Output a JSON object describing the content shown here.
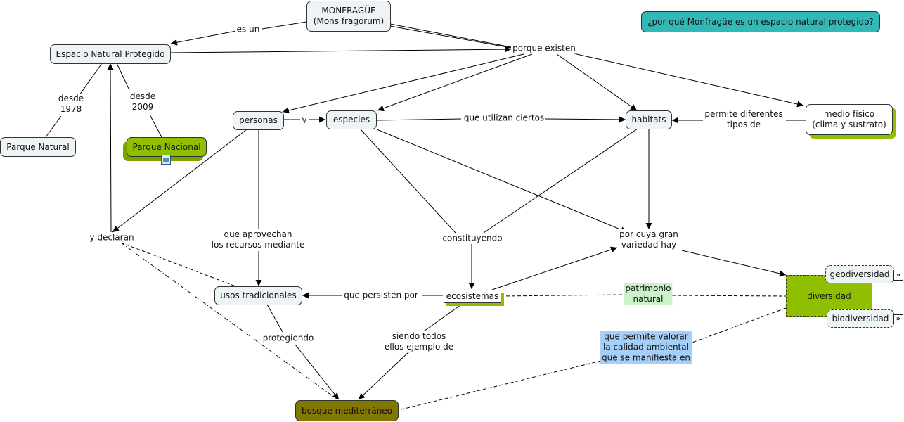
{
  "question": "¿por qué Monfragüe es un espacio natural protegido?",
  "colors": {
    "green": "#8fbf00",
    "olive": "#807800",
    "teal": "#33b8b8",
    "node": "#eef3f5",
    "highlight_green": "#ccf2cc",
    "highlight_blue": "#a6cff7"
  },
  "concepts": {
    "monfrague": "MONFRAGÜE\n(Mons fragorum)",
    "enp": "Espacio Natural Protegido",
    "parque_natural": "Parque Natural",
    "parque_nacional": "Parque Nacional",
    "personas": "personas",
    "especies": "especies",
    "habitats": "habitats",
    "medio_fisico": "medio físico\n(clima y sustrato)",
    "usos": "usos tradicionales",
    "ecosistemas": "ecosistemas",
    "diversidad": "diversidad",
    "geodiversidad": "geodiversidad",
    "biodiversidad": "biodiversidad",
    "bosque": "bosque mediterráneo"
  },
  "links": {
    "es_un": "es un",
    "porque_existen": "porque existen",
    "desde_1978": "desde\n1978",
    "desde_2009": "desde\n2009",
    "y": "y",
    "que_utilizan": "que utilizan ciertos",
    "permite_diferentes": "permite diferentes\ntipos de",
    "y_declaran": "y declaran",
    "que_aprovechan": "que aprovechan\nlos recursos mediante",
    "constituyendo": "constituyendo",
    "por_cuya": "por cuya gran\nvariedad hay",
    "que_persisten": "que persisten por",
    "patrimonio": "patrimonio\nnatural",
    "protegiendo": "protegiendo",
    "siendo_todos": "siendo todos\nellos ejemplo de",
    "que_permite": "que permite valorar\nla calidad ambiental\nque se manifiesta en"
  },
  "icons": {
    "expand": "double-chevron-right-icon",
    "resource": "image-resource-icon"
  }
}
